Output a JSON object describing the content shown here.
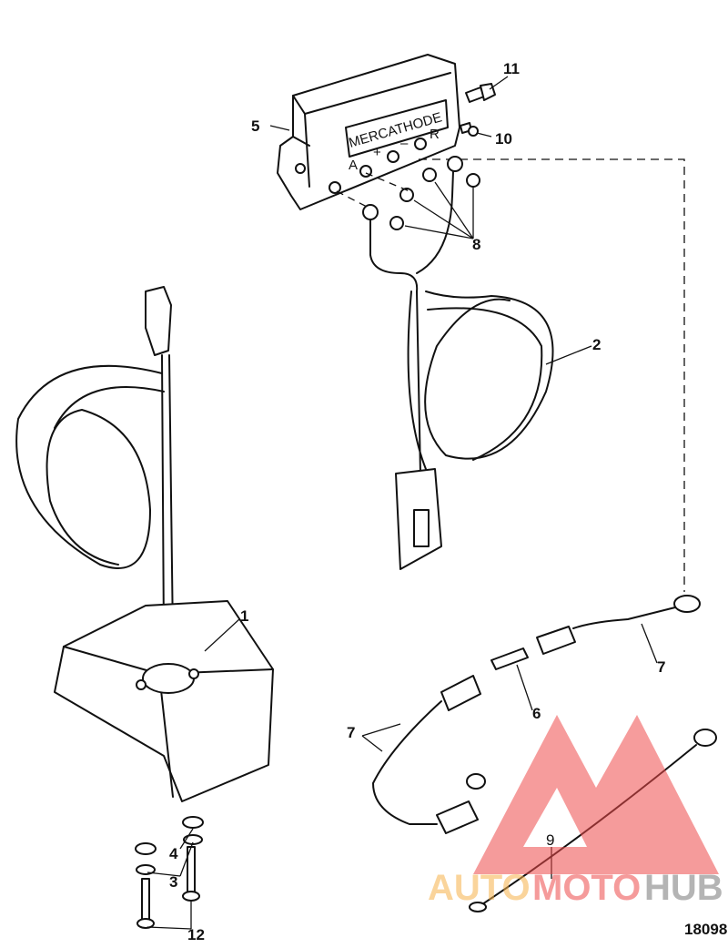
{
  "figure_number": "18098",
  "module": {
    "brand_text": "MERCATHODE",
    "terminals": [
      "A",
      "+",
      "–",
      "R"
    ]
  },
  "callouts": {
    "c1": "1",
    "c2": "2",
    "c3": "3",
    "c4": "4",
    "c5": "5",
    "c6": "6",
    "c7a": "7",
    "c7b": "7",
    "c8": "8",
    "c9": "9",
    "c10": "10",
    "c11": "11",
    "c12": "12"
  },
  "watermark": {
    "part1": "AUTO",
    "part2": "MOTO",
    "part3": "HUB",
    "colors": [
      "#f7b24a",
      "#ee4b4b",
      "#777777"
    ]
  }
}
